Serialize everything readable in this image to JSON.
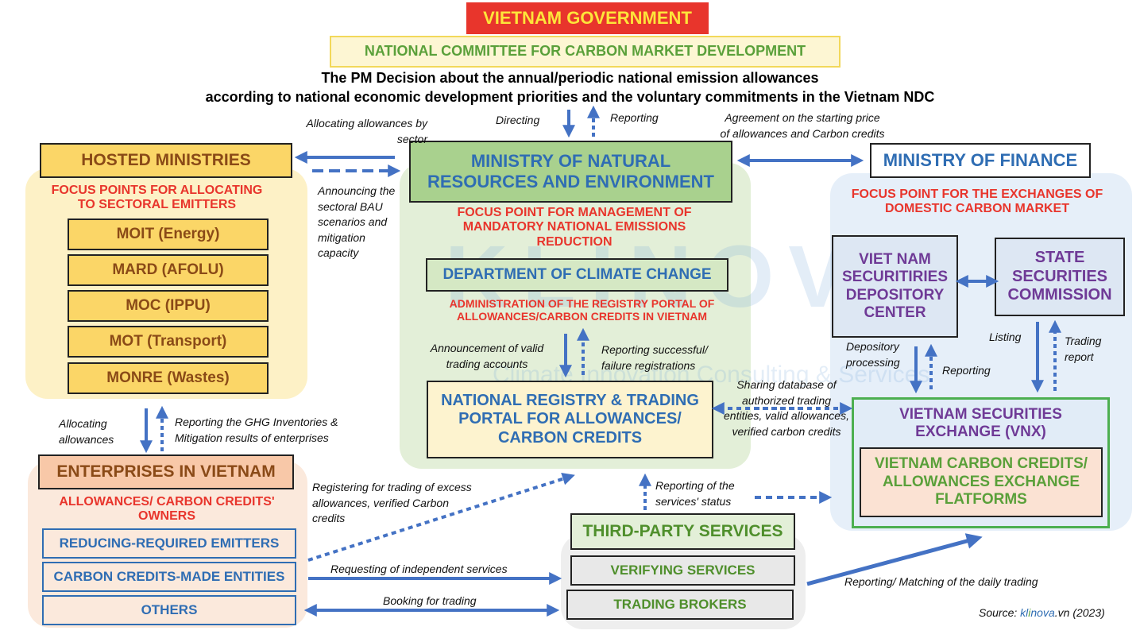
{
  "government": "VIETNAM GOVERNMENT",
  "committee": "NATIONAL COMMITTEE FOR CARBON MARKET DEVELOPMENT",
  "decision_line1": "The PM Decision about the annual/periodic national emission allowances",
  "decision_line2": "according to national economic development priorities and the voluntary commitments in the Vietnam NDC",
  "hosted": {
    "title": "HOSTED MINISTRIES",
    "focus": "FOCUS POINTS FOR ALLOCATING TO SECTORAL EMITTERS",
    "items": [
      "MOIT (Energy)",
      "MARD (AFOLU)",
      "MOC (IPPU)",
      "MOT (Transport)",
      "MONRE (Wastes)"
    ]
  },
  "monre": {
    "title": "MINISTRY OF NATURAL RESOURCES AND ENVIRONMENT",
    "focus": "FOCUS POINT FOR MANAGEMENT OF MANDATORY NATIONAL EMISSIONS REDUCTION",
    "dept": "DEPARTMENT OF CLIMATE CHANGE",
    "admin": "ADMINISTRATION OF THE REGISTRY PORTAL OF ALLOWANCES/CARBON CREDITS IN VIETNAM",
    "registry": "NATIONAL REGISTRY & TRADING PORTAL FOR ALLOWANCES/ CARBON CREDITS"
  },
  "mof": {
    "title": "MINISTRY OF FINANCE",
    "focus": "FOCUS POINT FOR THE EXCHANGES OF DOMESTIC CARBON MARKET",
    "vsdc": "VIET NAM SECURITIRIES DEPOSITORY CENTER",
    "ssc": "STATE SECURITIES COMMISSION",
    "vnx": "VIETNAM SECURITIES EXCHANGE (VNX)",
    "platform": "VIETNAM CARBON CREDITS/ ALLOWANCES EXCHANGE FLATFORMS"
  },
  "enterprises": {
    "title": "ENTERPRISES IN VIETNAM",
    "owners": "ALLOWANCES/ CARBON CREDITS' OWNERS",
    "items": [
      "REDUCING-REQUIRED EMITTERS",
      "CARBON CREDITS-MADE ENTITIES",
      "OTHERS"
    ]
  },
  "third": {
    "title": "THIRD-PARTY SERVICES",
    "items": [
      "VERIFYING SERVICES",
      "TRADING BROKERS"
    ]
  },
  "labels": {
    "directing": "Directing",
    "reporting": "Reporting",
    "allocating_sector": "Allocating allowances by sector",
    "announcing_bau": "Announcing the sectoral BAU scenarios and mitigation capacity",
    "agreement": "Agreement on the starting price of allowances and Carbon credits",
    "announcement_valid": "Announcement of valid trading accounts",
    "reporting_success": "Reporting successful/ failure registrations",
    "depository": "Depository processing",
    "reporting_vsdc": "Reporting",
    "listing": "Listing",
    "trading_report": "Trading report",
    "sharing_db": "Sharing database of authorized trading entities, valid allowances, verified carbon credits",
    "allocating_allow": "Allocating allowances",
    "reporting_ghg": "Reporting the GHG Inventories & Mitigation results of enterprises",
    "registering": "Registering for trading of excess allowances, verified Carbon credits",
    "reporting_services": "Reporting of the services' status",
    "requesting": "Requesting of independent services",
    "booking": "Booking for trading",
    "matching": "Reporting/ Matching of the daily trading"
  },
  "source": {
    "prefix": "Source: ",
    "brand_a": "kl",
    "brand_b": "i",
    "brand_c": "nova",
    "suffix": ".vn (2023)"
  },
  "watermark": {
    "logo": "KLINOVA",
    "tagline": "Climate Innovation Consulting & Services"
  },
  "colors": {
    "arrow": "#4472c4",
    "gov_red": "#e8352c",
    "gov_yellow": "#fde53a"
  }
}
